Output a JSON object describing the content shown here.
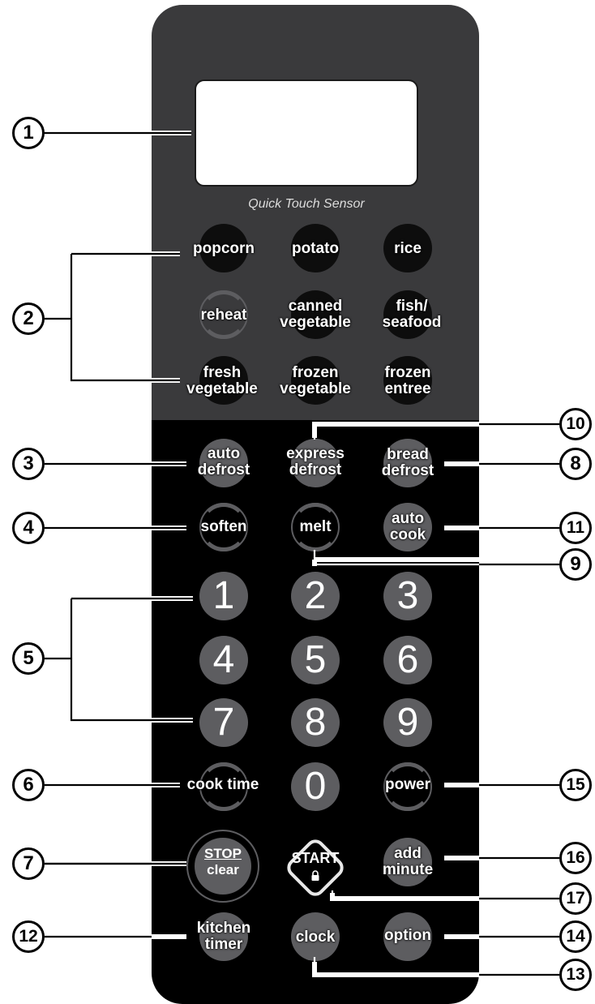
{
  "brand": "Quick Touch Sensor",
  "sensor_buttons": [
    {
      "id": "popcorn",
      "label": "popcorn"
    },
    {
      "id": "potato",
      "label": "potato"
    },
    {
      "id": "rice",
      "label": "rice"
    },
    {
      "id": "reheat",
      "label": "reheat"
    },
    {
      "id": "canned",
      "label": "canned\nvegetable"
    },
    {
      "id": "fish",
      "label": "fish/\nseafood"
    },
    {
      "id": "fresh",
      "label": "fresh\nvegetable"
    },
    {
      "id": "frozenveg",
      "label": "frozen\nvegetable"
    },
    {
      "id": "frozenentree",
      "label": "frozen\nentree"
    }
  ],
  "function_buttons": {
    "auto_defrost": "auto\ndefrost",
    "express_defrost": "express\ndefrost",
    "bread_defrost": "bread\ndefrost",
    "soften": "soften",
    "melt": "melt",
    "auto_cook": "auto\ncook",
    "cook_time": "cook time",
    "power": "power",
    "stop_top": "STOP",
    "stop_bottom": "clear",
    "start": "START",
    "add_minute": "add\nminute",
    "kitchen_timer": "kitchen\ntimer",
    "clock": "clock",
    "option": "option"
  },
  "digits": [
    "1",
    "2",
    "3",
    "4",
    "5",
    "6",
    "7",
    "8",
    "9",
    "0"
  ],
  "callouts": [
    "1",
    "2",
    "3",
    "4",
    "5",
    "6",
    "7",
    "8",
    "9",
    "10",
    "11",
    "12",
    "13",
    "14",
    "15",
    "16",
    "17"
  ],
  "colors": {
    "panel_top": "#3a3a3c",
    "panel_bottom": "#000000",
    "button_grey": "#5d5d60",
    "button_dark": "#0d0d0d"
  }
}
